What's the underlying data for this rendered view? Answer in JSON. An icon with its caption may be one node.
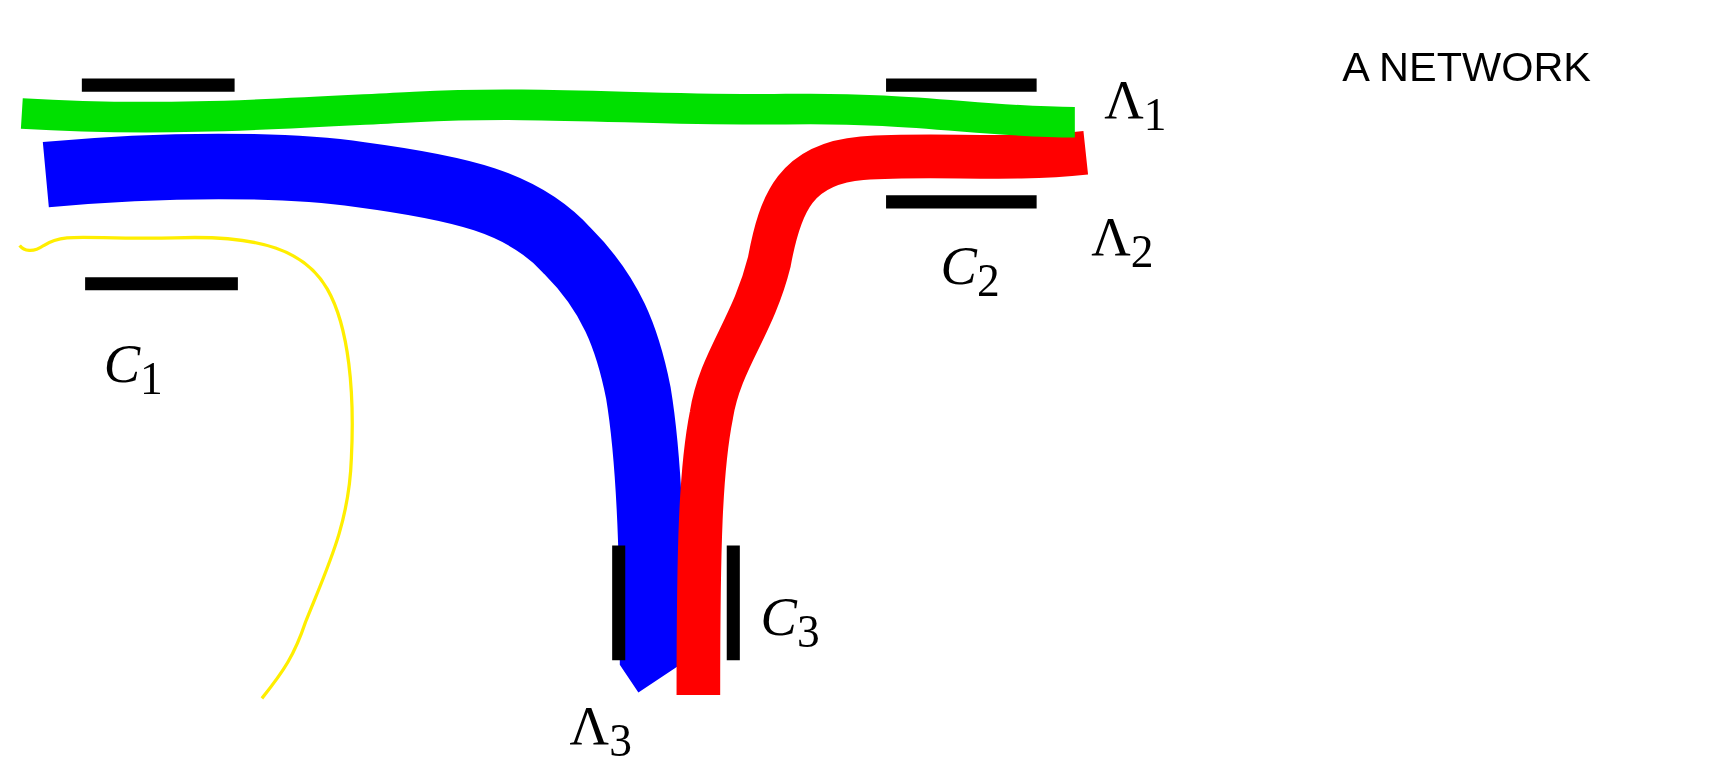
{
  "diagram": {
    "title": "A NETWORK",
    "labels": [
      "Λ$_{1}$",
      "Λ$_{2}$",
      "*C*$_{2}$",
      "*C*$_{1}$",
      "*C*$_{3}$",
      "Λ$_{3}$"
    ]
  }
}
